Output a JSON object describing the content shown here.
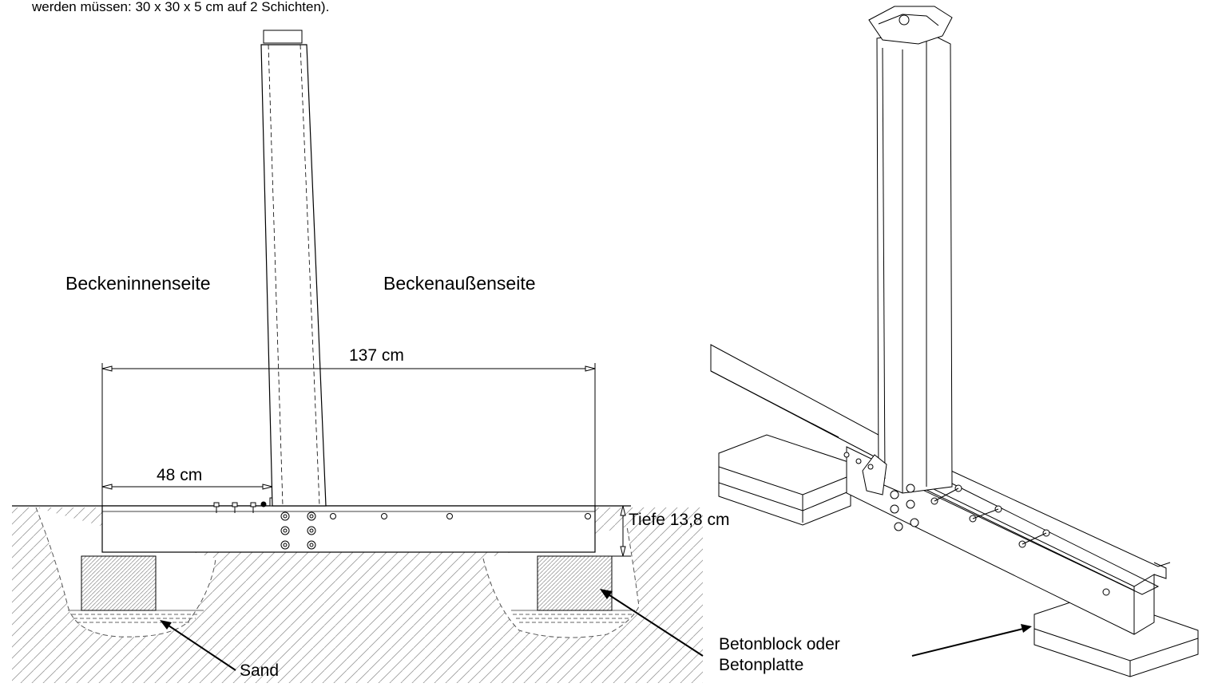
{
  "caption": "werden müssen: 30 x 30 x 5 cm auf 2 Schichten).",
  "labels": {
    "inside": "Beckeninnenseite",
    "outside": "Beckenaußenseite",
    "width_total": "137 cm",
    "width_left": "48 cm",
    "depth": "Tiefe 13,8 cm",
    "sand": "Sand",
    "concrete_line1": "Betonblock oder",
    "concrete_line2": "Betonplatte"
  }
}
